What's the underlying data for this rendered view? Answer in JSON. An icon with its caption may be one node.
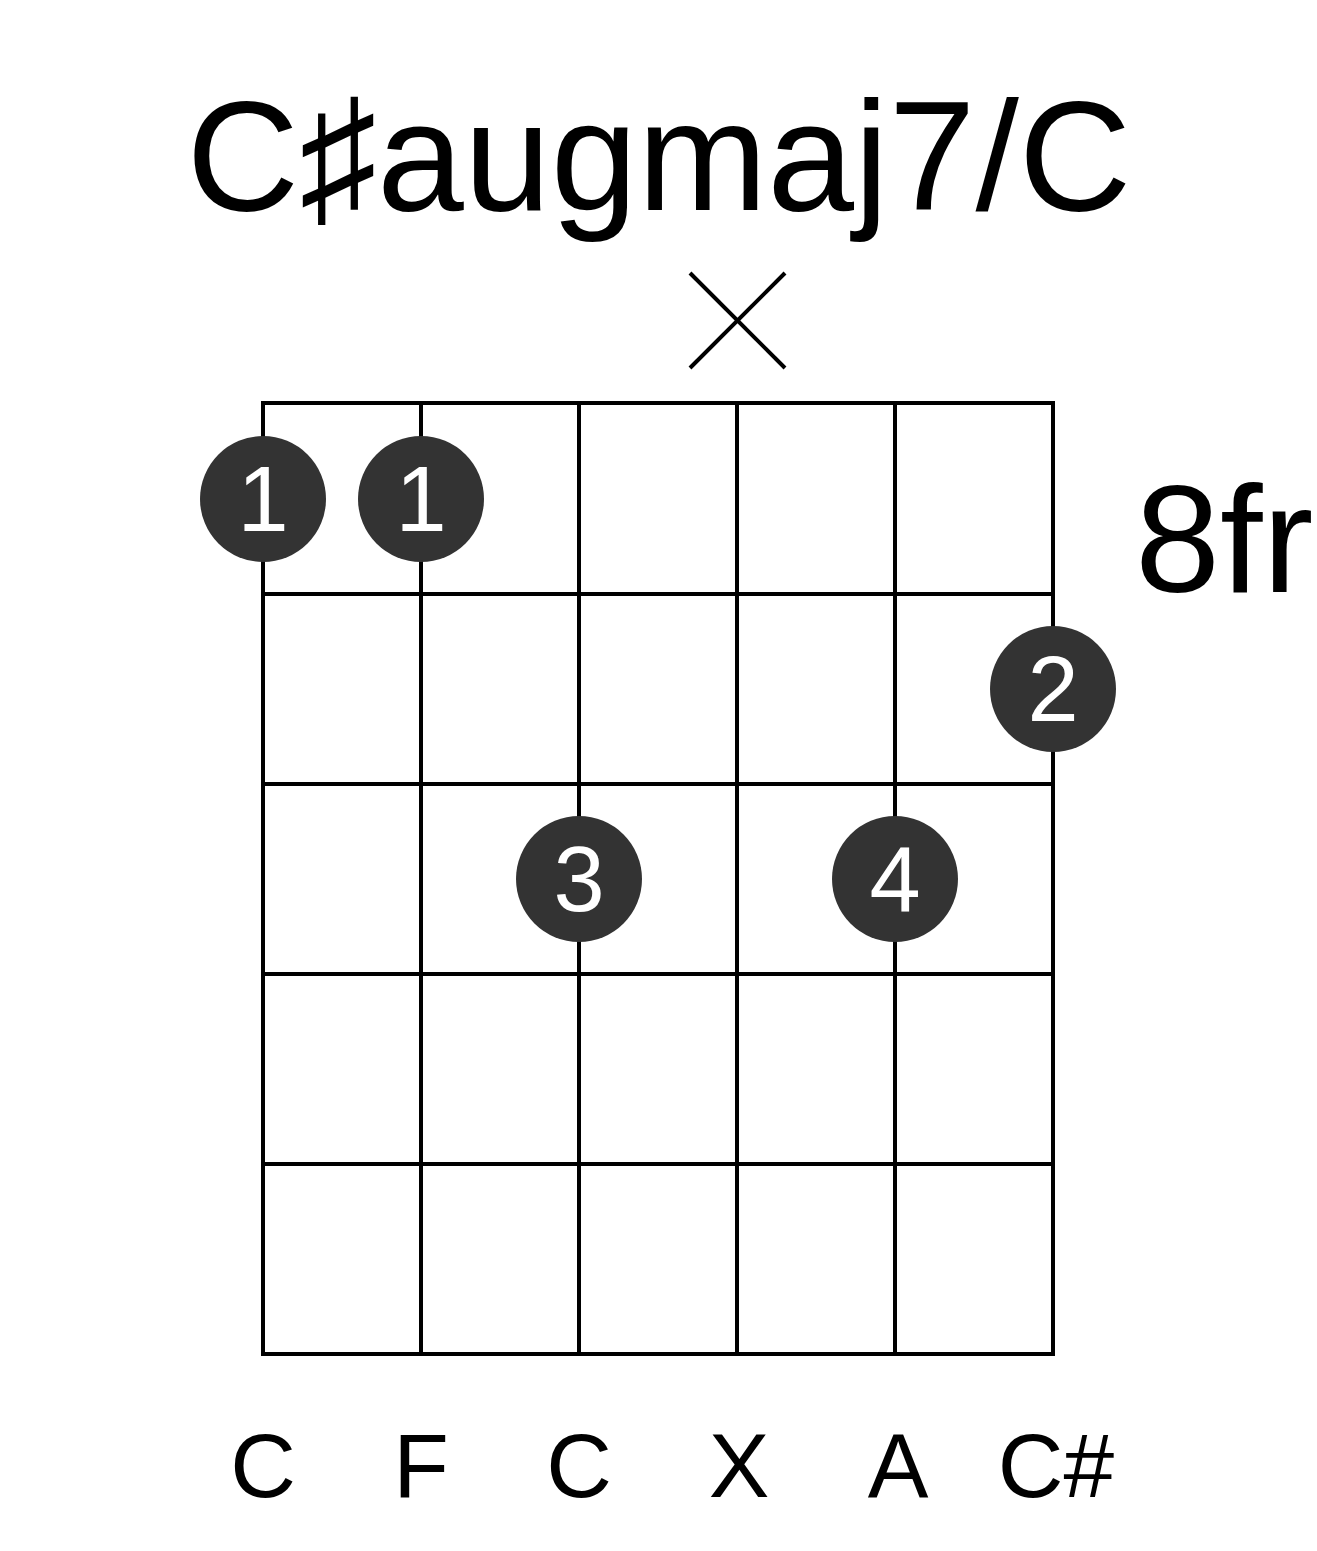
{
  "diagram": {
    "title": "C♯augmaj7/C",
    "nodes": [
      {
        "text": [
          "1"
        ]
      },
      {
        "text": [
          "1"
        ]
      },
      {
        "text": [
          "2"
        ]
      },
      {
        "text": [
          "3"
        ]
      },
      {
        "text": [
          "4"
        ]
      }
    ],
    "labels": [
      "8fr",
      "C",
      "F",
      "C",
      "X",
      "A",
      "C#"
    ]
  }
}
